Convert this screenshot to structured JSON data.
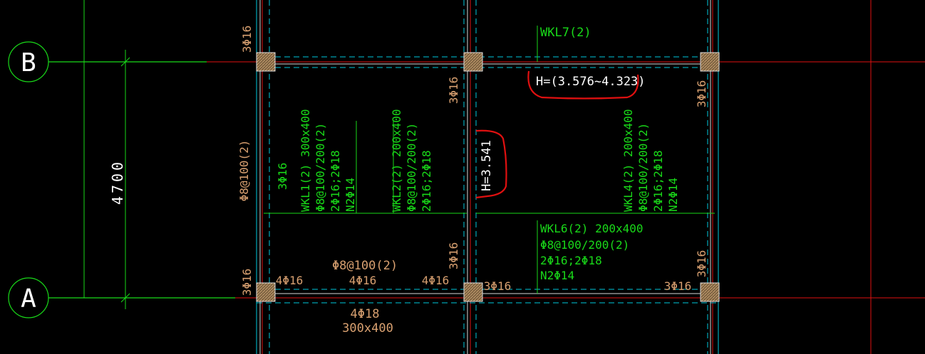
{
  "axes": {
    "b": "B",
    "a": "A",
    "dimension": "4700"
  },
  "colors": {
    "background": "#000000",
    "green": "#19d919",
    "tan": "#d8a070",
    "red": "#e01010",
    "cyan": "#00c8dc",
    "white": "#ffffff",
    "column": "#c8a070"
  },
  "labels": {
    "col_b1": "3Φ16",
    "col_b2": "3Φ16",
    "col_b3": "3Φ16",
    "col_a1": "3Φ16",
    "col_a2": "3Φ16",
    "col_a3": "3Φ16",
    "stirrup_left": "Φ8@100(2)",
    "wkl7": "WKL7(2)",
    "h1": "H=(3.576~4.323)",
    "h2": "H=3.541",
    "wkl1": [
      "WKL1(2) 300x400",
      "Φ8@100/200(2)",
      "2Φ16;2Φ18",
      "N2Φ14"
    ],
    "wkl1_top": "3Φ16",
    "wkl2": [
      "WKL2(2) 200x400",
      "Φ8@100/200(2)",
      "2Φ16;2Φ18"
    ],
    "wkl4": [
      "WKL4(2) 200x400",
      "Φ8@100/200(2)",
      "2Φ16;2Φ18",
      "N2Φ14"
    ],
    "wkl6": [
      "WKL6(2) 200x400",
      "Φ8@100/200(2)",
      "2Φ16;2Φ18",
      "N2Φ14"
    ],
    "bottom_stirrup": "Φ8@100(2)",
    "bottom_left_4": "4Φ16",
    "bottom_mid_4": "4Φ16",
    "bottom_right_4": "4Φ16",
    "a_mid_3": "3Φ16",
    "a_right_3": "3Φ16",
    "bottom_4": "4Φ18",
    "bottom_size": "300x400"
  }
}
